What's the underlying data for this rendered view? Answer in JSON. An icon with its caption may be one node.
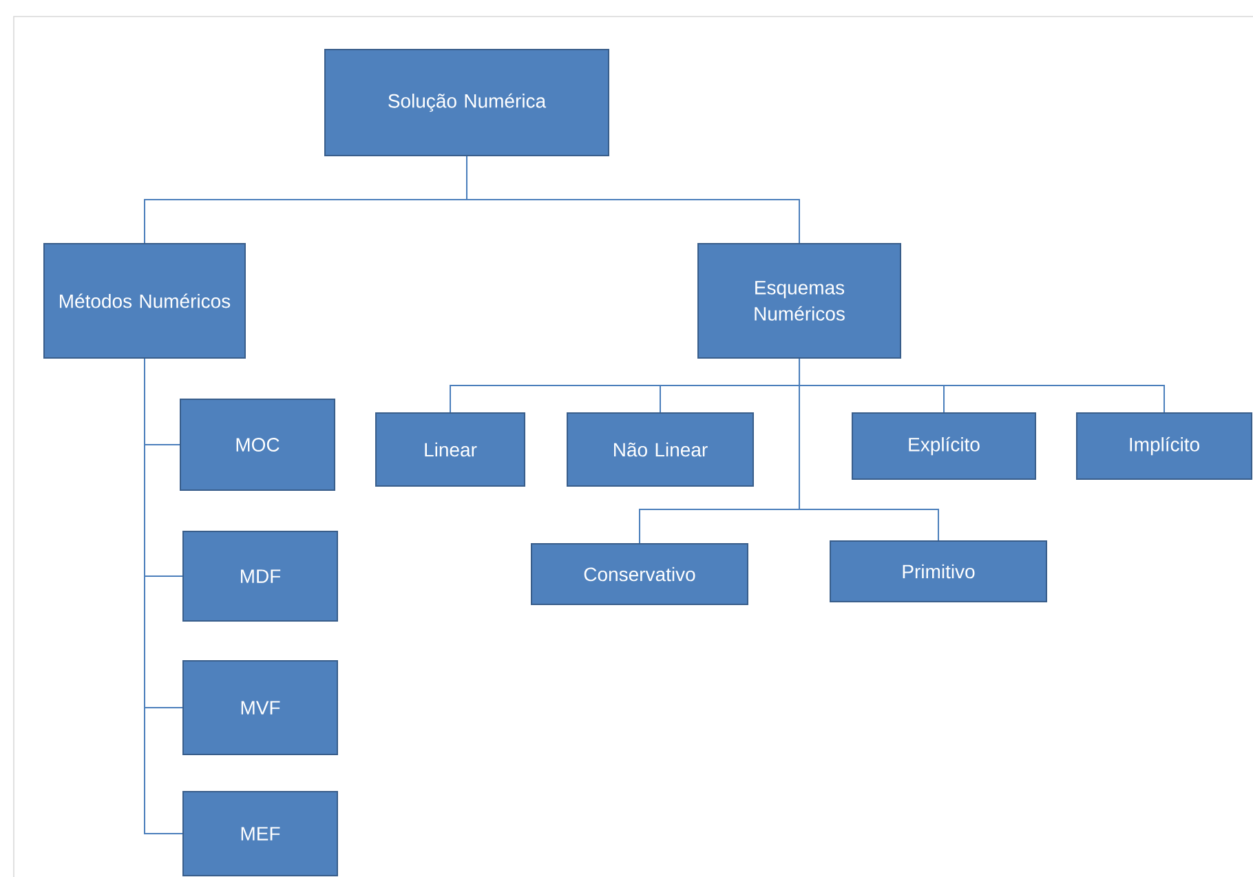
{
  "diagram": {
    "nodes": [
      {
        "text": [
          "Solução Numérica"
        ]
      },
      {
        "text": [
          "Métodos Numéricos"
        ]
      },
      {
        "text": [
          "Esquemas Numéricos"
        ]
      },
      {
        "text": [
          "MOC"
        ]
      },
      {
        "text": [
          "MDF"
        ]
      },
      {
        "text": [
          "MVF"
        ]
      },
      {
        "text": [
          "MEF"
        ]
      },
      {
        "text": [
          "Linear"
        ]
      },
      {
        "text": [
          "Não Linear"
        ]
      },
      {
        "text": [
          "Explícito"
        ]
      },
      {
        "text": [
          "Implícito"
        ]
      },
      {
        "text": [
          "Conservativo"
        ]
      },
      {
        "text": [
          "Primitivo"
        ]
      }
    ],
    "edges": [
      {
        "from": 0,
        "to": 1,
        "arrow": "none"
      },
      {
        "from": 0,
        "to": 2,
        "arrow": "none"
      },
      {
        "from": 1,
        "to": 3,
        "arrow": "none"
      },
      {
        "from": 1,
        "to": 4,
        "arrow": "none"
      },
      {
        "from": 1,
        "to": 5,
        "arrow": "none"
      },
      {
        "from": 1,
        "to": 6,
        "arrow": "none"
      },
      {
        "from": 2,
        "to": 7,
        "arrow": "none"
      },
      {
        "from": 2,
        "to": 8,
        "arrow": "none"
      },
      {
        "from": 2,
        "to": 9,
        "arrow": "none"
      },
      {
        "from": 2,
        "to": 10,
        "arrow": "none"
      },
      {
        "from": 2,
        "to": 11,
        "arrow": "none"
      },
      {
        "from": 2,
        "to": 12,
        "arrow": "none"
      }
    ]
  }
}
